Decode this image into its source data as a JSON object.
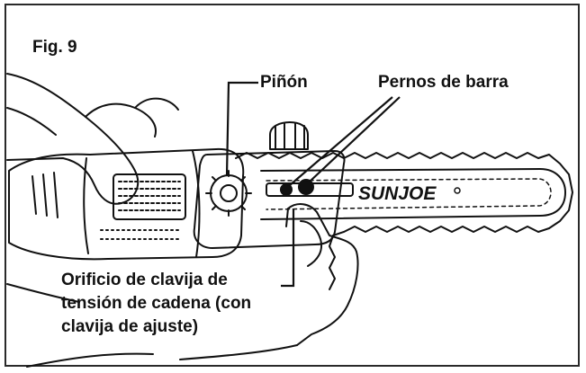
{
  "figure": {
    "title": "Fig. 9",
    "brand_logo_text": "SUNJOE",
    "callouts": {
      "pinon": "Piñón",
      "pernos": "Pernos de barra",
      "orificio_line1": "Orificio de clavija de",
      "orificio_line2": "tensión de cadena (con",
      "orificio_line3": "clavija de ajuste)"
    }
  },
  "colors": {
    "line": "#111111",
    "frame": "#2a2a2a",
    "background": "#ffffff"
  }
}
